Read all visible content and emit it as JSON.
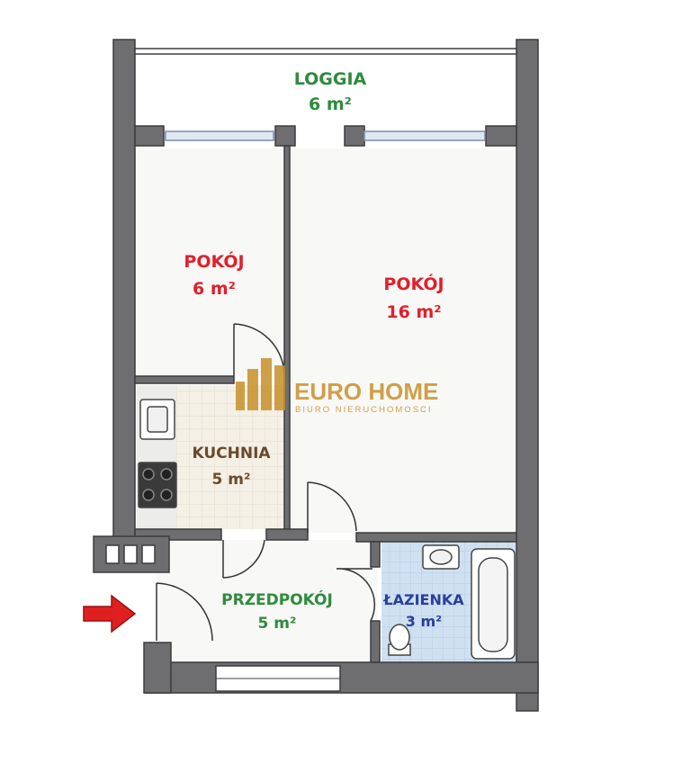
{
  "rooms": {
    "loggia": {
      "name": "LOGGIA",
      "area": "6 m²",
      "color": "#2e8b3d"
    },
    "room_small": {
      "name": "POKÓJ",
      "area": "6 m²",
      "color": "#e0202a"
    },
    "room_large": {
      "name": "POKÓJ",
      "area": "16 m²",
      "color": "#e0202a"
    },
    "kitchen": {
      "name": "KUCHNIA",
      "area": "5 m²",
      "color": "#6b4a2b"
    },
    "hall": {
      "name": "PRZEDPOKÓJ",
      "area": "5 m²",
      "color": "#2e8b3d"
    },
    "bathroom": {
      "name": "ŁAZIENKA",
      "area": "3 m²",
      "color": "#2a3f9c"
    }
  },
  "logo": {
    "name": "EURO HOME",
    "subtitle": "BIURO NIERUCHOMOSCI",
    "color": "#c8902a"
  },
  "colors": {
    "wall": "#6e6e70",
    "floor": "#f7f7f5",
    "kitchen_tile": "#f3efe6",
    "bath_tile": "#c9dcef",
    "entry_arrow": "#e02020"
  }
}
